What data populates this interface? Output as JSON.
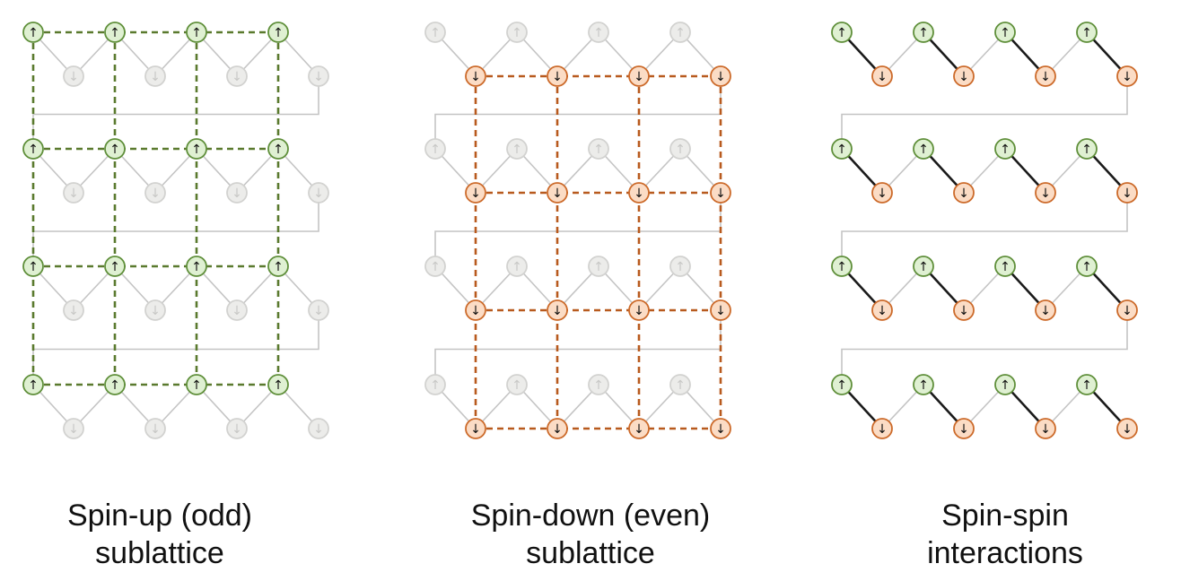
{
  "panels": [
    {
      "id": "spin-up-sublattice",
      "caption": [
        "Spin-up (odd)",
        "sublattice"
      ],
      "highlight": "up",
      "lattice": "dashed",
      "zigzag": "thin"
    },
    {
      "id": "spin-down-sublattice",
      "caption": [
        "Spin-down (even)",
        "sublattice"
      ],
      "highlight": "down",
      "lattice": "dashed",
      "zigzag": "thin"
    },
    {
      "id": "spin-spin-interactions",
      "caption": [
        "Spin-spin",
        "interactions"
      ],
      "highlight": "both",
      "lattice": "none",
      "zigzag": "bold"
    }
  ],
  "grid": {
    "rows": 4,
    "pairs_per_row": 4
  },
  "symbols": {
    "up": "↑",
    "down": "↓"
  },
  "colors": {
    "up_fill": "#dff0d2",
    "up_stroke": "#5f8f3a",
    "up_lattice": "#5a7a2e",
    "down_fill": "#fbdcc5",
    "down_stroke": "#cc6a2a",
    "down_lattice": "#b85a1e",
    "faded_fill": "#ececea",
    "faded_stroke": "#d2d2d0",
    "faded_text": "#c8c8c6",
    "chain": "#c4c4c4",
    "bond": "#1a1a1a",
    "arrow": "#111111"
  }
}
